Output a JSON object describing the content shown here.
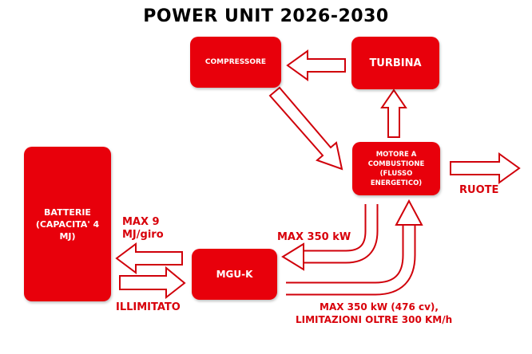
{
  "title": "POWER UNIT 2026-2030",
  "boxes": {
    "compressore": "COMPRESSORE",
    "turbina": "TURBINA",
    "motore": "MOTORE A COMBUSTIONE (FLUSSO ENERGETICO)",
    "batterie": "BATTERIE (CAPACITA' 4 MJ)",
    "mguk": "MGU-K"
  },
  "labels": {
    "ruote": "RUOTE",
    "max350": "MAX 350 kW",
    "max9_line1": "MAX 9",
    "max9_line2": "MJ/giro",
    "illimitato": "ILLIMITATO",
    "bottom_line1": "MAX 350 kW (476 cv),",
    "bottom_line2": "LIMITAZIONI OLTRE 300 KM/h"
  },
  "colors": {
    "accent": "#e8000b",
    "arrow_fill": "#ffffff"
  }
}
